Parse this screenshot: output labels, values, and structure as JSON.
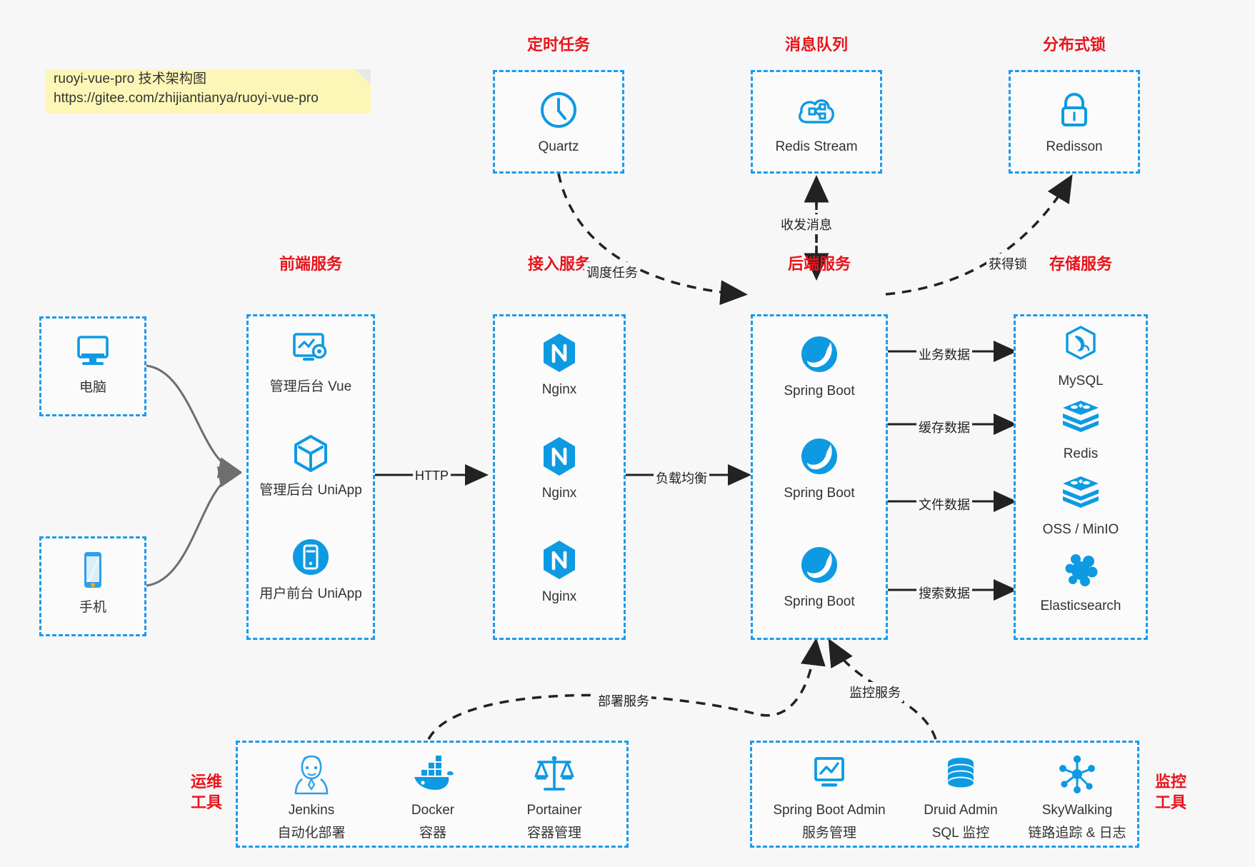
{
  "note": {
    "line1": "ruoyi-vue-pro 技术架构图",
    "line2": "https://gitee.com/zhijiantianya/ruoyi-vue-pro"
  },
  "colors": {
    "accent_blue": "#1a9bec",
    "label_red": "#e8141c",
    "icon_blue": "#0e9ae3",
    "note_yellow": "#fcf7b6",
    "arrow_black": "#222222",
    "bg": "#f7f7f7"
  },
  "groups": {
    "scheduler": {
      "label": "定时任务"
    },
    "mq": {
      "label": "消息队列"
    },
    "lock": {
      "label": "分布式锁"
    },
    "frontend": {
      "label": "前端服务"
    },
    "gateway": {
      "label": "接入服务"
    },
    "backend": {
      "label": "后端服务"
    },
    "storage": {
      "label": "存储服务"
    },
    "devops": {
      "label_line1": "运维",
      "label_line2": "工具"
    },
    "monitor": {
      "label_line1": "监控",
      "label_line2": "工具"
    }
  },
  "clients": [
    {
      "name": "电脑",
      "icon": "desktop-monitor-icon"
    },
    {
      "name": "手机",
      "icon": "mobile-phone-icon"
    }
  ],
  "scheduler_nodes": [
    {
      "name": "Quartz",
      "icon": "clock-icon"
    }
  ],
  "mq_nodes": [
    {
      "name": "Redis Stream",
      "icon": "cloud-network-icon"
    }
  ],
  "lock_nodes": [
    {
      "name": "Redisson",
      "icon": "padlock-icon"
    }
  ],
  "frontend_nodes": [
    {
      "name": "管理后台 Vue",
      "icon": "dashboard-gear-icon"
    },
    {
      "name": "管理后台 UniApp",
      "icon": "cube-icon"
    },
    {
      "name": "用户前台 UniApp",
      "icon": "mobile-circle-icon"
    }
  ],
  "gateway_nodes": [
    {
      "name": "Nginx",
      "icon": "nginx-icon"
    },
    {
      "name": "Nginx",
      "icon": "nginx-icon"
    },
    {
      "name": "Nginx",
      "icon": "nginx-icon"
    }
  ],
  "backend_nodes": [
    {
      "name": "Spring Boot",
      "icon": "spring-boot-icon"
    },
    {
      "name": "Spring Boot",
      "icon": "spring-boot-icon"
    },
    {
      "name": "Spring Boot",
      "icon": "spring-boot-icon"
    }
  ],
  "storage_nodes": [
    {
      "name": "MySQL",
      "icon": "mysql-dolphin-icon"
    },
    {
      "name": "Redis",
      "icon": "redis-stack-icon"
    },
    {
      "name": "OSS / MinIO",
      "icon": "object-storage-icon"
    },
    {
      "name": "Elasticsearch",
      "icon": "elasticsearch-icon"
    }
  ],
  "devops_tools": [
    {
      "name": "Jenkins",
      "desc": "自动化部署",
      "icon": "jenkins-butler-icon"
    },
    {
      "name": "Docker",
      "desc": "容器",
      "icon": "docker-whale-icon"
    },
    {
      "name": "Portainer",
      "desc": "容器管理",
      "icon": "portainer-scale-icon"
    }
  ],
  "monitor_tools": [
    {
      "name": "Spring Boot Admin",
      "desc": "服务管理",
      "icon": "monitor-chart-icon"
    },
    {
      "name": "Druid Admin",
      "desc": "SQL 监控",
      "icon": "database-cylinder-icon"
    },
    {
      "name": "SkyWalking",
      "desc": "链路追踪 & 日志",
      "icon": "skywalking-node-icon"
    }
  ],
  "edges": [
    {
      "label": "调度任务",
      "style": "dashed"
    },
    {
      "label": "收发消息",
      "style": "dashed-bidirectional"
    },
    {
      "label": "获得锁",
      "style": "dashed"
    },
    {
      "label": "HTTP",
      "style": "solid"
    },
    {
      "label": "负载均衡",
      "style": "solid"
    },
    {
      "label": "业务数据",
      "style": "solid"
    },
    {
      "label": "缓存数据",
      "style": "solid"
    },
    {
      "label": "文件数据",
      "style": "solid"
    },
    {
      "label": "搜索数据",
      "style": "solid"
    },
    {
      "label": "部署服务",
      "style": "dashed"
    },
    {
      "label": "监控服务",
      "style": "dashed"
    }
  ]
}
